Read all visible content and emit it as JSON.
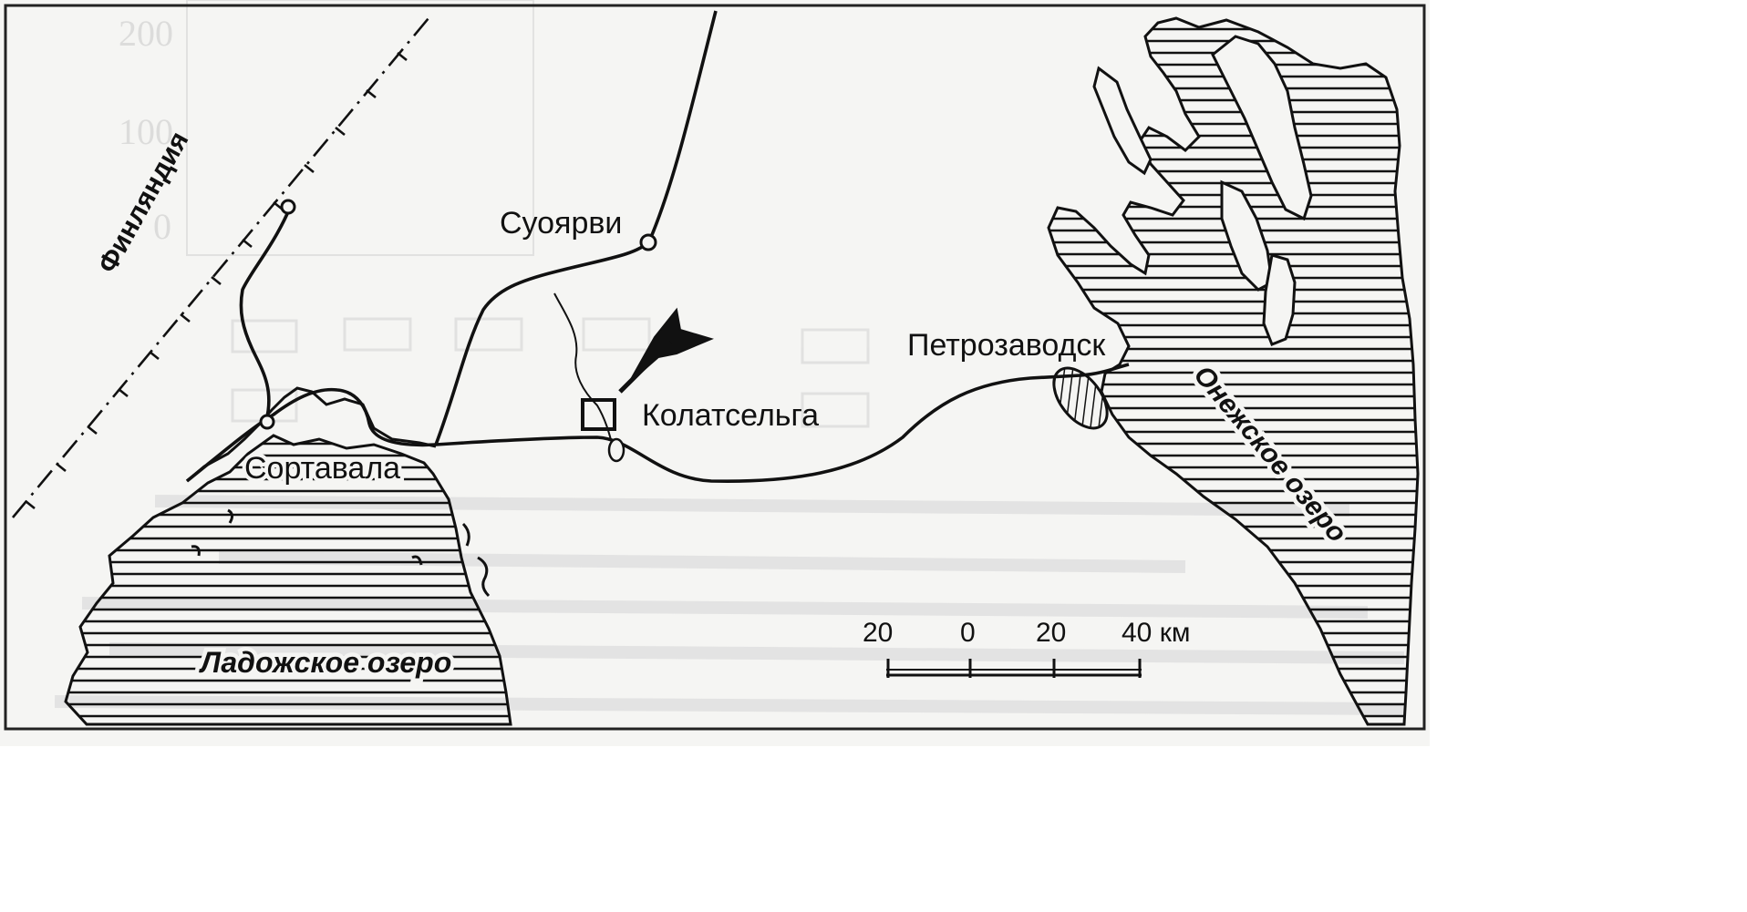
{
  "map": {
    "country_label": "Финляндия",
    "towns": {
      "suojarvi": "Суоярви",
      "petrozavodsk": "Петрозаводск",
      "kolatselga": "Колатсельга",
      "sortavala": "Сортавала"
    },
    "lakes": {
      "ladoga": "Ладожское озеро",
      "onega": "Онежское озеро"
    },
    "scale_bar": {
      "ticks": [
        "20",
        "0",
        "20",
        "40 км"
      ]
    }
  },
  "colors": {
    "ink": "#111111",
    "paper": "#f5f5f3",
    "bleed_through": "#c8c8c8"
  }
}
